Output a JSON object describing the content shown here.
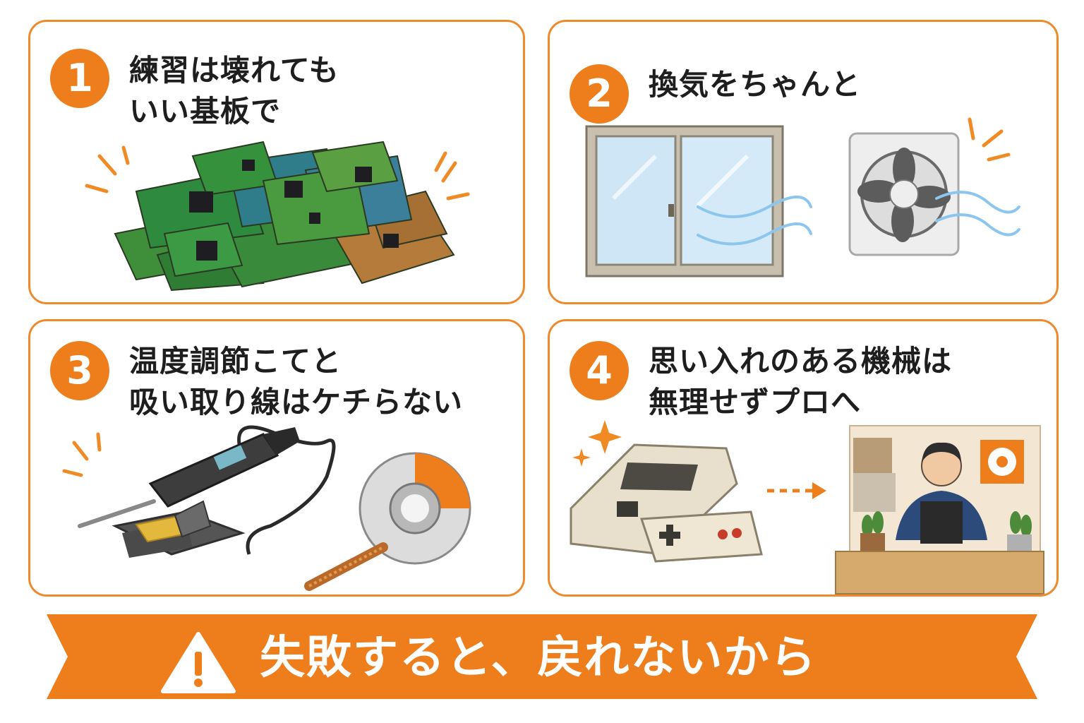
{
  "cards": [
    {
      "number": "1",
      "lines": [
        "練習は壊れても",
        "いい基板で"
      ],
      "illustration": "circuit-boards-pile"
    },
    {
      "number": "2",
      "lines": [
        "換気をちゃんと"
      ],
      "illustration": "window-and-exhaust-fan"
    },
    {
      "number": "3",
      "lines": [
        "温度調節こてと",
        "吸い取り線はケチらない"
      ],
      "illustration": "soldering-iron-and-desoldering-braid"
    },
    {
      "number": "4",
      "lines": [
        "思い入れのある機械は",
        "無理せずプロへ"
      ],
      "illustration": "retro-console-to-repair-shop"
    }
  ],
  "banner": {
    "icon": "warning-icon",
    "text": "失敗すると、戻れないから"
  },
  "colors": {
    "accent": "#ee7d1c",
    "border": "#ee8a2e",
    "text": "#1e1e1e"
  }
}
